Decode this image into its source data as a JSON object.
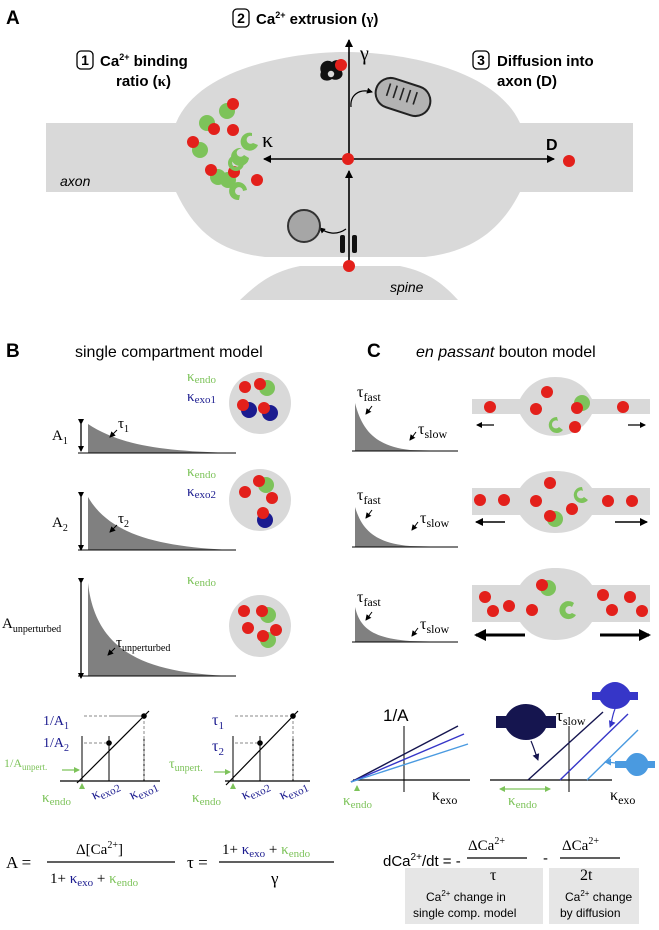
{
  "colors": {
    "green": "#7dc35a",
    "red": "#e3201b",
    "navy": "#1b1b8f",
    "darknavy": "#15154f",
    "blue_mid": "#3636c8",
    "blue_light": "#4a9ae0",
    "gray_fill": "#d9d9d9",
    "decay_fill": "#808080",
    "box_fill": "#e6e6e6"
  },
  "panelA": {
    "letter": "A",
    "item1": {
      "num": "1",
      "line1": "Ca",
      "sup": "2+",
      "line1b": " binding",
      "line2": "ratio (",
      "sym": "κ",
      "close": ")"
    },
    "item2": {
      "num": "2",
      "text": "Ca",
      "sup": "2+",
      "textb": " extrusion (",
      "sym": "γ",
      "close": ")"
    },
    "item3": {
      "num": "3",
      "line1": "Diffusion into",
      "line2": "axon (D)"
    },
    "axis_gamma": "γ",
    "axis_kappa": "κ",
    "axis_D": "D",
    "axon": "axon",
    "spine": "spine"
  },
  "panelB": {
    "letter": "B",
    "title": "single compartment model",
    "rows": [
      {
        "amp": "A",
        "amp_sub": "1",
        "tau": "τ",
        "tau_sub": "1",
        "k1": "κ",
        "k1_sub": "endo",
        "k2": "κ",
        "k2_sub": "exo1"
      },
      {
        "amp": "A",
        "amp_sub": "2",
        "tau": "τ",
        "tau_sub": "2",
        "k1": "κ",
        "k1_sub": "endo",
        "k2": "κ",
        "k2_sub": "exo2"
      },
      {
        "amp": "A",
        "amp_sub": "unperturbed",
        "tau": "τ",
        "tau_sub": "unperturbed",
        "k1": "κ",
        "k1_sub": "endo"
      }
    ],
    "plot1": {
      "y1": "1/A",
      "y1_sub": "1",
      "y2": "1/A",
      "y2_sub": "2",
      "y0": "1/A",
      "y0_sub": "unpert.",
      "x0": "κ",
      "x0_sub": "endo",
      "x1": "κ",
      "x1_sub": "exo2",
      "x2": "κ",
      "x2_sub": "exo1"
    },
    "plot2": {
      "y1": "τ",
      "y1_sub": "1",
      "y2": "τ",
      "y2_sub": "2",
      "y0": "τ",
      "y0_sub": "unpert.",
      "x0": "κ",
      "x0_sub": "endo",
      "x1": "κ",
      "x1_sub": "exo2",
      "x2": "κ",
      "x2_sub": "exo1"
    },
    "eq1": {
      "lhs": "A =",
      "num": "Δ[Ca",
      "num_sup": "2+",
      "num_close": "]",
      "den_a": "1+ ",
      "den_b": "κ",
      "den_b_sub": "exo",
      "den_c": " + ",
      "den_d": "κ",
      "den_d_sub": "endo"
    },
    "eq2": {
      "lhs": "τ =",
      "num_a": "1+ ",
      "num_b": "κ",
      "num_b_sub": "exo",
      "num_c": " + ",
      "num_d": "κ",
      "num_d_sub": "endo",
      "den": "γ"
    }
  },
  "panelC": {
    "letter": "C",
    "title_italic": "en passant",
    "title_rest": " bouton model",
    "rows": [
      {
        "fast": "τ",
        "fast_sub": "fast",
        "slow": "τ",
        "slow_sub": "slow"
      },
      {
        "fast": "τ",
        "fast_sub": "fast",
        "slow": "τ",
        "slow_sub": "slow"
      },
      {
        "fast": "τ",
        "fast_sub": "fast",
        "slow": "τ",
        "slow_sub": "slow"
      }
    ],
    "plot1": {
      "ylabel": "1/A",
      "x": "κ",
      "x_sub": "exo",
      "x0": "κ",
      "x0_sub": "endo"
    },
    "plot2": {
      "ylabel": "τ",
      "ylabel_sub": "slow",
      "x": "κ",
      "x_sub": "exo",
      "x0": "κ",
      "x0_sub": "endo"
    },
    "eq": {
      "lhs": "dCa",
      "lhs_sup": "2+",
      "lhs_rest": "/dt = -",
      "frac1_num": "ΔCa",
      "frac1_num_sup": "2+",
      "frac1_den": "τ",
      "minus": "-",
      "frac2_num": "ΔCa",
      "frac2_num_sup": "2+",
      "frac2_den": "2t",
      "box1_l1a": "Ca",
      "box1_l1sup": "2+",
      "box1_l1b": " change in",
      "box1_l2": "single comp. model",
      "box2_l1a": "Ca",
      "box2_l1sup": "2+",
      "box2_l1b": " change",
      "box2_l2": "by diffusion"
    }
  }
}
